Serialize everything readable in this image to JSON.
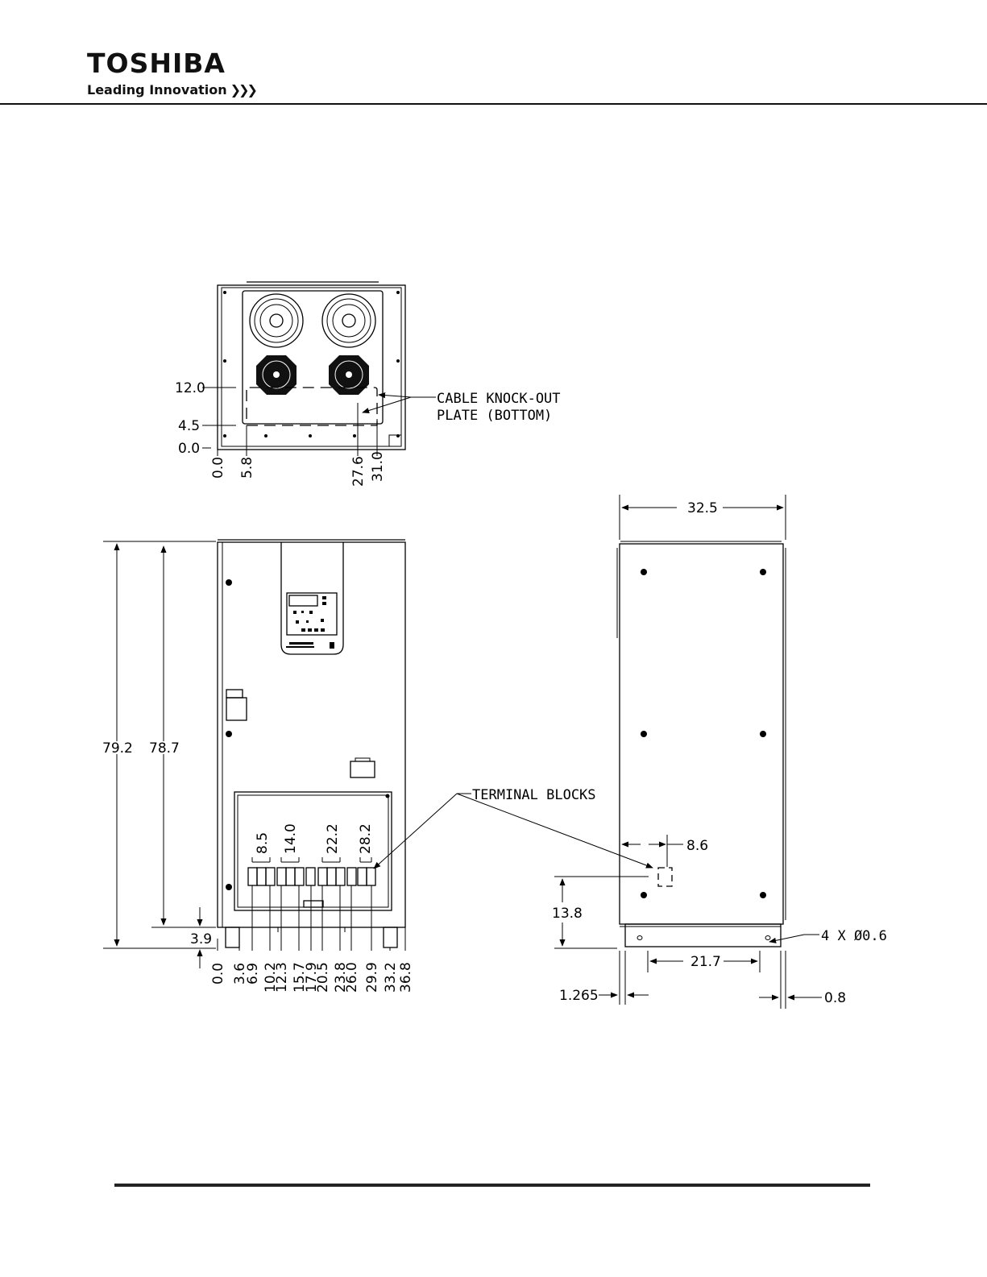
{
  "header": {
    "brand": "TOSHIBA",
    "tagline": "Leading Innovation"
  },
  "top_view": {
    "y_dims": [
      "12.0",
      "4.5",
      "0.0"
    ],
    "x_dims": [
      "0.0",
      "5.8",
      "27.6",
      "31.0"
    ],
    "callout": [
      "CABLE KNOCK-OUT",
      "PLATE (BOTTOM)"
    ]
  },
  "front_view": {
    "overall_heights": [
      "79.2",
      "78.7"
    ],
    "base_height": "3.9",
    "terminal_dims": [
      "8.5",
      "14.0",
      "22.2",
      "28.2"
    ],
    "x_dims": [
      "0.0",
      "3.6",
      "6.9",
      "10.2",
      "12.3",
      "15.7",
      "17.9",
      "20.5",
      "23.8",
      "26.0",
      "29.9",
      "33.2",
      "36.8"
    ],
    "callout": "TERMINAL BLOCKS"
  },
  "side_view": {
    "depth": "32.5",
    "terminal_offset": "8.6",
    "terminal_height": "13.8",
    "hole_spacing": "21.7",
    "hole_note": "4 X Ø0.6",
    "left_offset": "1.265",
    "right_offset": "0.8"
  }
}
